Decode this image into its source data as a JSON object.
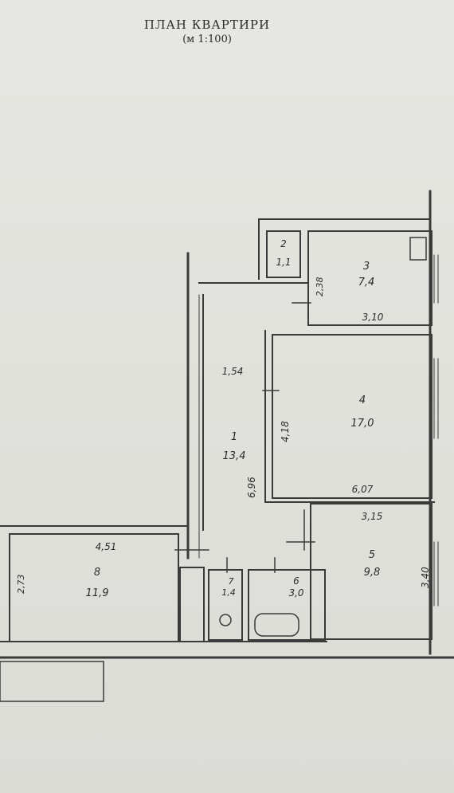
{
  "header": {
    "title": "ПЛАН КВАРТИРИ",
    "scale": "(м 1:100)"
  },
  "rooms": [
    {
      "number": "1",
      "area": "13,4"
    },
    {
      "number": "2",
      "area": "1,1"
    },
    {
      "number": "3",
      "area": "7,4"
    },
    {
      "number": "4",
      "area": "17,0"
    },
    {
      "number": "5",
      "area": "9,8"
    },
    {
      "number": "6",
      "area": "3,0"
    },
    {
      "number": "7",
      "area": "1,4"
    },
    {
      "number": "8",
      "area": "11,9"
    }
  ],
  "dimensions": {
    "room3_height": "2,38",
    "room3_width": "3,10",
    "corridor_width": "1,54",
    "room1_length": "6,96",
    "room4_height": "4,18",
    "room4_width": "6,07",
    "room5_width": "3,15",
    "room5_height": "3,40",
    "room8_width": "4,51",
    "room8_height": "2,73"
  },
  "colors": {
    "paper": "#e3e3df",
    "wall": "#3a3a3a",
    "text": "#2b2b2b"
  }
}
